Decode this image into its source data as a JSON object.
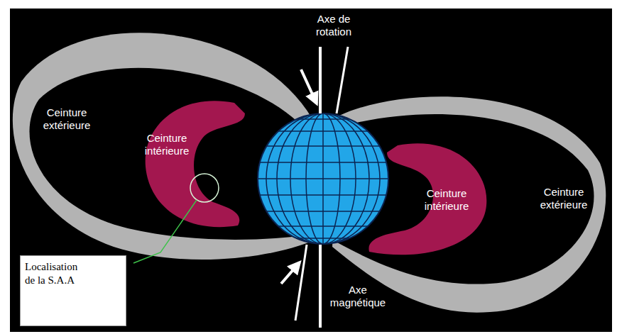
{
  "diagram": {
    "nodes": [
      {
        "text": [
          "Localisation de la S.A.A"
        ]
      }
    ],
    "labels": [
      "Axe de rotation",
      "Ceinture extérieure",
      "Ceinture intérieure",
      "Ceinture intérieure",
      "Ceinture extérieure",
      "Axe magnétique"
    ]
  }
}
